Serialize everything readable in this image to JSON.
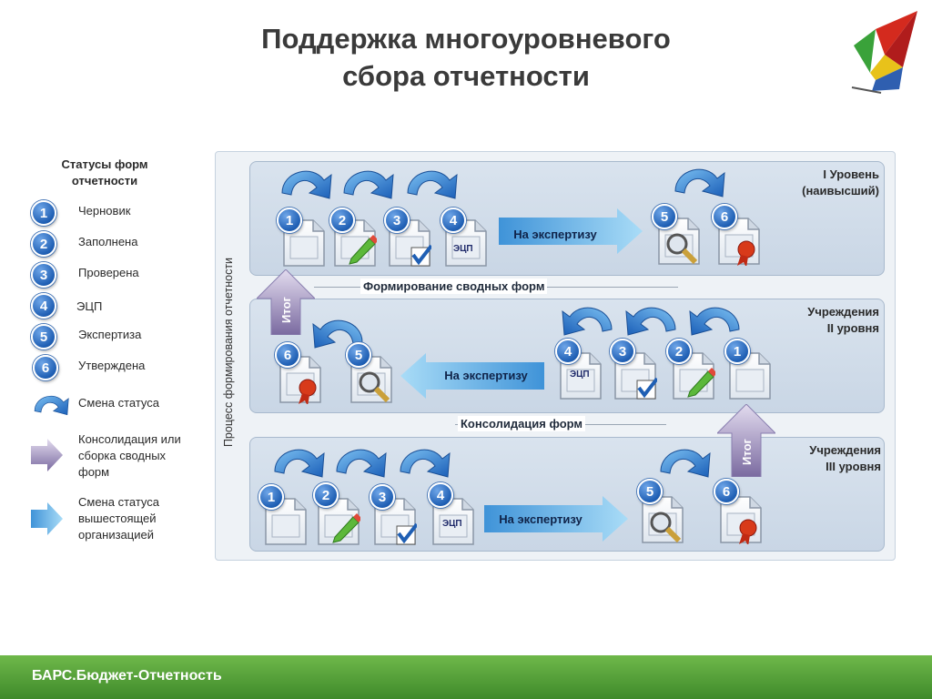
{
  "title_line1": "Поддержка многоуровневого",
  "title_line2": "сбора отчетности",
  "legend": {
    "title_line1": "Статусы форм",
    "title_line2": "отчетности",
    "statuses": [
      {
        "num": "1",
        "label": "Черновик"
      },
      {
        "num": "2",
        "label": "Заполнена"
      },
      {
        "num": "3",
        "label": "Проверена"
      },
      {
        "num": "4",
        "label": "ЭЦП"
      },
      {
        "num": "5",
        "label": "Экспертиза"
      },
      {
        "num": "6",
        "label": "Утверждена"
      }
    ],
    "change_status": "Смена статуса",
    "consolidation_lines": [
      "Консолидация или",
      "сборка сводных",
      "форм"
    ],
    "upper_change_lines": [
      "Смена статуса",
      "вышестоящей",
      "организацией"
    ]
  },
  "process_label": "Процесс формирования отчетности",
  "levels": {
    "l1_line1": "I Уровень",
    "l1_line2": "(наивысший)",
    "l2_line1": "Учреждения",
    "l2_line2": "II уровня",
    "l3_line1": "Учреждения",
    "l3_line2": "III уровня"
  },
  "expertise_label": "На экспертизу",
  "ecp_label": "ЭЦП",
  "itog_label": "Итог",
  "forming_label": "Формирование сводных форм",
  "consolidation_label": "Консолидация форм",
  "footer": "БАРС.Бюджет-Отчетность",
  "colors": {
    "accent": "#1f5fb4",
    "footer": "#4f9c33",
    "arrow": "#6eb8ea"
  }
}
